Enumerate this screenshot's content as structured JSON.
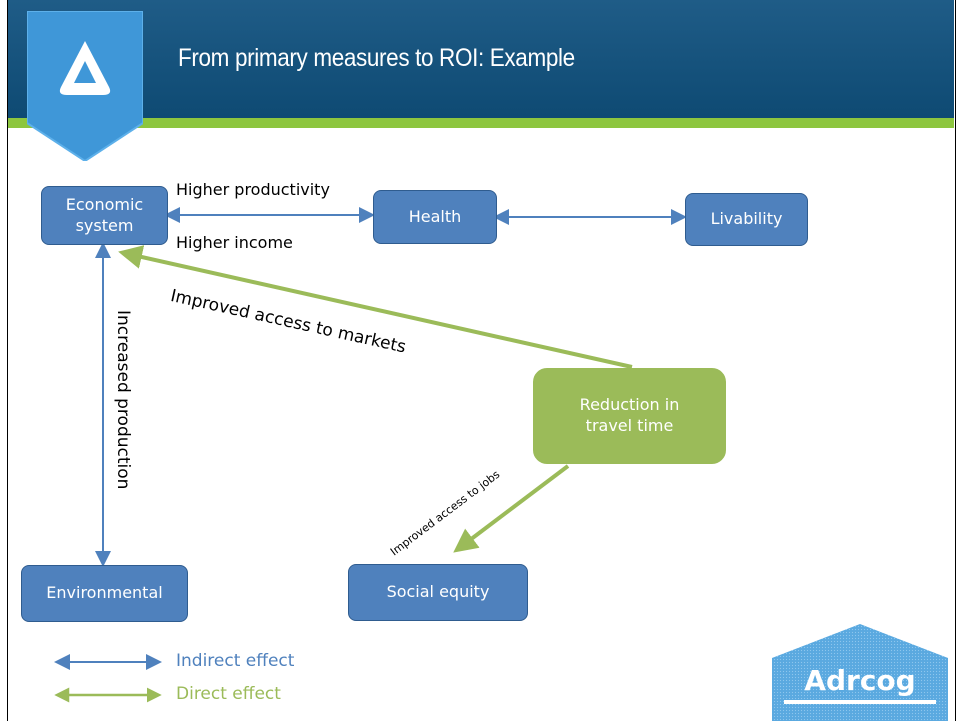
{
  "slide": {
    "title": "From primary measures to ROI: Example"
  },
  "diagram": {
    "nodes": {
      "economic": "Economic\nsystem",
      "health": "Health",
      "livability": "Livability",
      "environmental": "Environmental",
      "social_equity": "Social equity",
      "reduction": "Reduction in\ntravel time"
    },
    "edge_labels": {
      "higher_productivity": "Higher productivity",
      "higher_income": "Higher income",
      "improved_markets": "Improved access to markets",
      "increased_production": "Increased production",
      "improved_jobs": "Improved access to jobs"
    }
  },
  "legend": {
    "indirect": "Indirect effect",
    "direct": "Direct effect"
  },
  "logo": {
    "text": "Adrcog"
  },
  "colors": {
    "header_blue": "#1a5580",
    "accent_green": "#8dc63f",
    "node_blue": "#4f81bd",
    "node_green": "#9bbb59",
    "arrow_blue": "#4f81bd",
    "arrow_green": "#9bbb59"
  }
}
